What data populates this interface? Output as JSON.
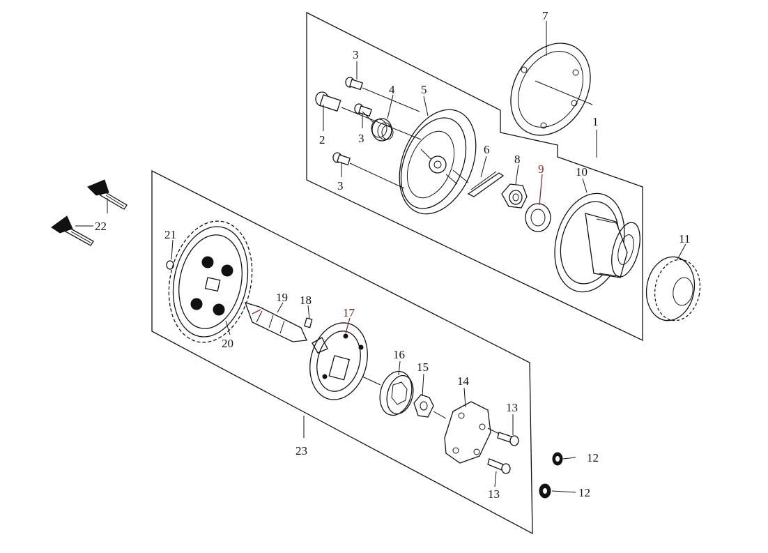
{
  "diagram": {
    "callouts": [
      {
        "id": "c1",
        "label": "1"
      },
      {
        "id": "c2",
        "label": "2"
      },
      {
        "id": "c3a",
        "label": "3"
      },
      {
        "id": "c3b",
        "label": "3"
      },
      {
        "id": "c3c",
        "label": "3"
      },
      {
        "id": "c4",
        "label": "4"
      },
      {
        "id": "c5",
        "label": "5"
      },
      {
        "id": "c6",
        "label": "6"
      },
      {
        "id": "c7",
        "label": "7"
      },
      {
        "id": "c8",
        "label": "8"
      },
      {
        "id": "c9",
        "label": "9"
      },
      {
        "id": "c10",
        "label": "10"
      },
      {
        "id": "c11",
        "label": "11"
      },
      {
        "id": "c12a",
        "label": "12"
      },
      {
        "id": "c12b",
        "label": "12"
      },
      {
        "id": "c13a",
        "label": "13"
      },
      {
        "id": "c13b",
        "label": "13"
      },
      {
        "id": "c14",
        "label": "14"
      },
      {
        "id": "c15",
        "label": "15"
      },
      {
        "id": "c16",
        "label": "16"
      },
      {
        "id": "c17",
        "label": "17"
      },
      {
        "id": "c18",
        "label": "18"
      },
      {
        "id": "c19",
        "label": "19"
      },
      {
        "id": "c20",
        "label": "20"
      },
      {
        "id": "c21",
        "label": "21"
      },
      {
        "id": "c22",
        "label": "22"
      },
      {
        "id": "c23",
        "label": "23"
      }
    ]
  }
}
